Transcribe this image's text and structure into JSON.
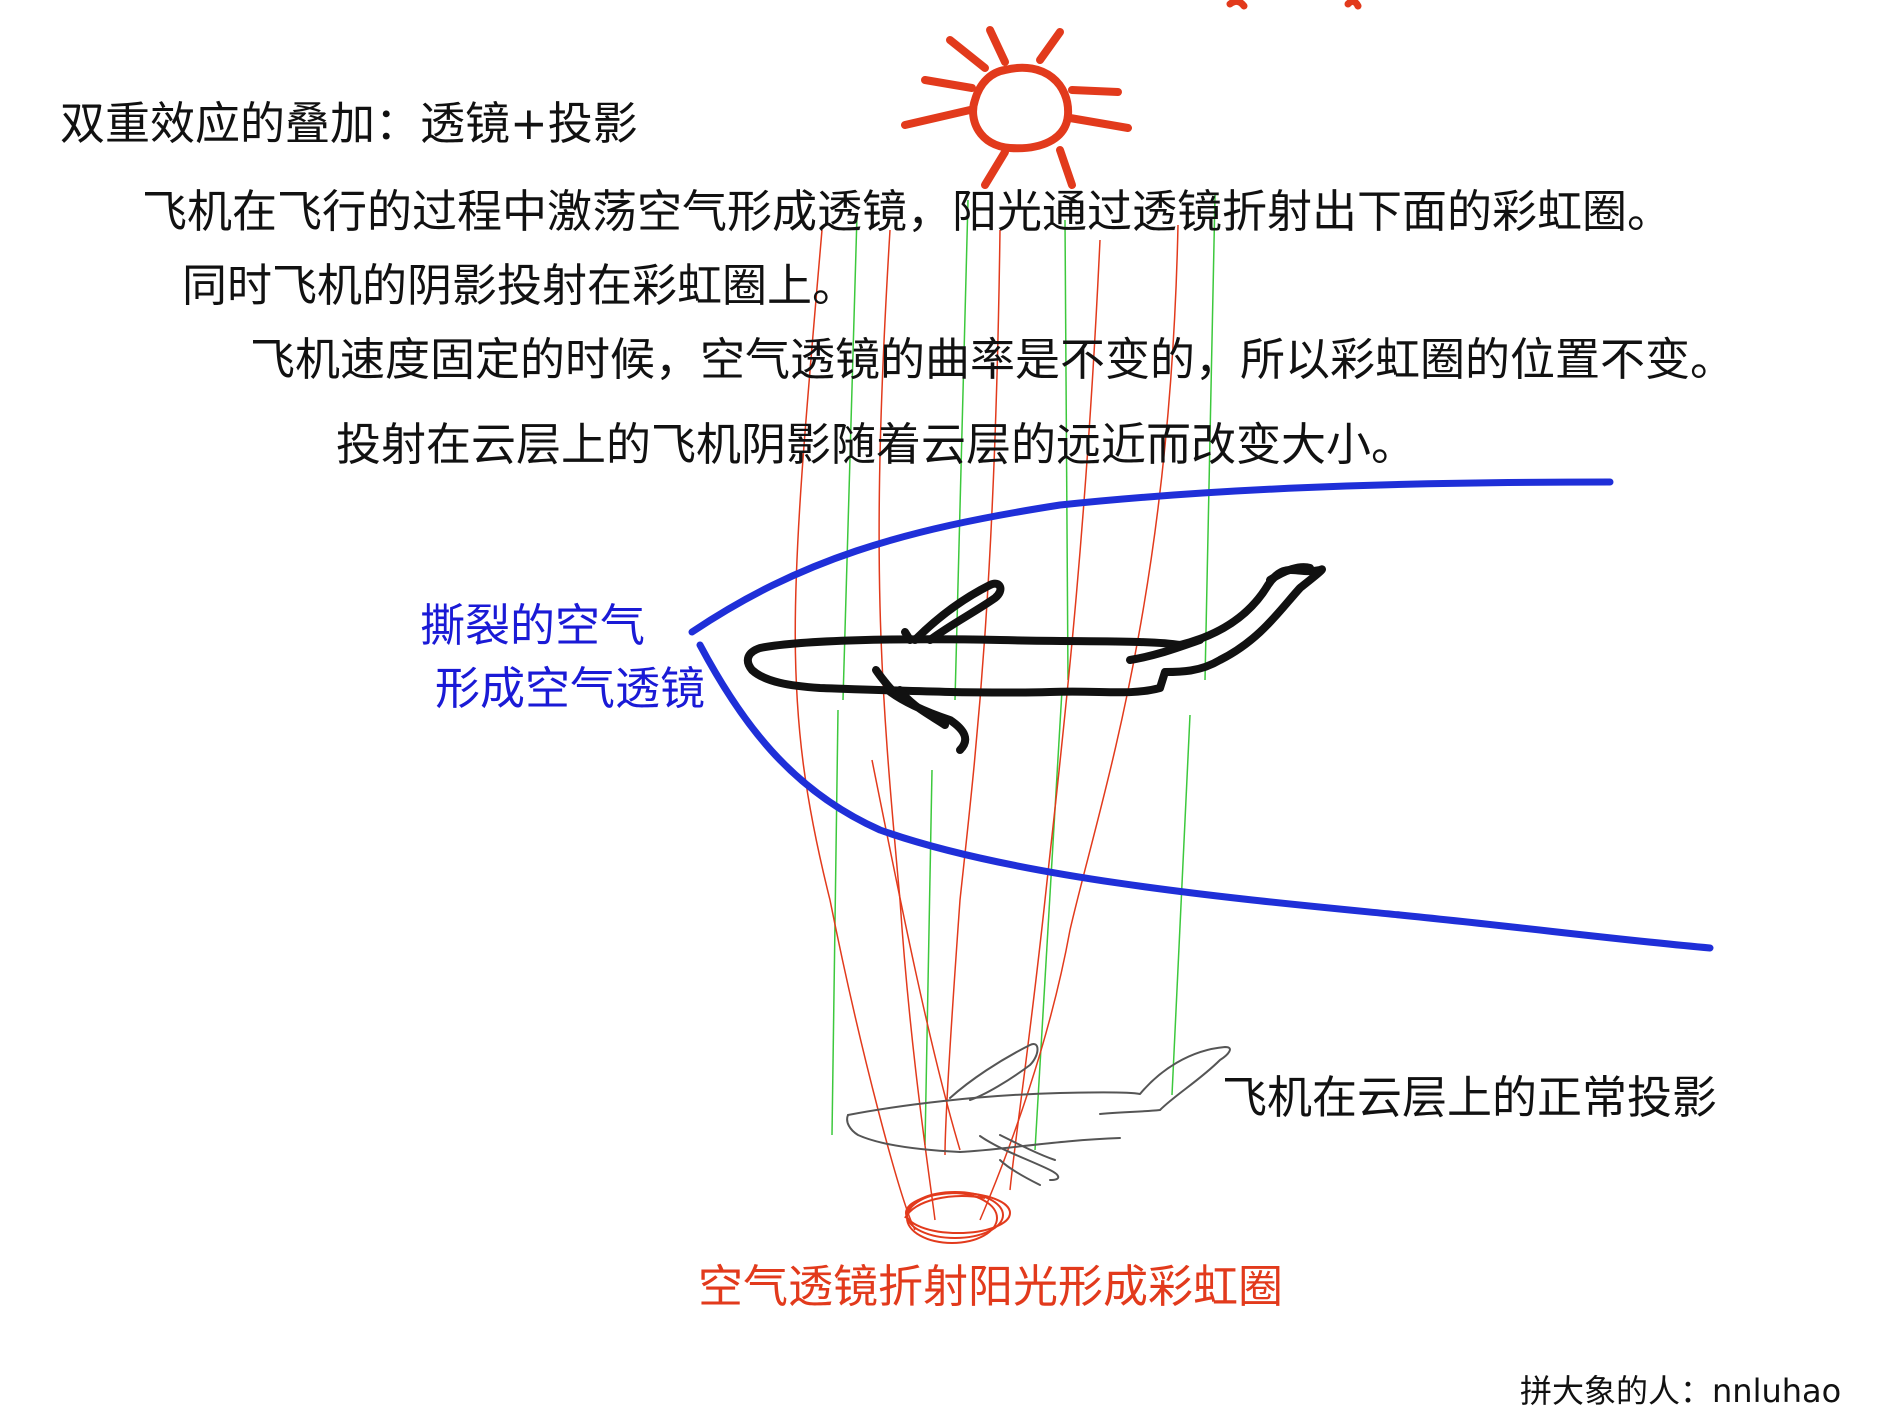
{
  "title": "双重效应的叠加：透镜+投影",
  "paragraphs": [
    "飞机在飞行的过程中激荡空气形成透镜，阳光通过透镜折射出下面的彩虹圈。",
    "同时飞机的阴影投射在彩虹圈上。",
    "飞机速度固定的时候，空气透镜的曲率是不变的，所以彩虹圈的位置不变。",
    "投射在云层上的飞机阴影随着云层的远近而改变大小。"
  ],
  "labels": {
    "air_lens_line1": "撕裂的空气",
    "air_lens_line2": "形成空气透镜",
    "shadow": "飞机在云层上的正常投影",
    "rainbow": "空气透镜折射阳光形成彩虹圈",
    "credit": "拼大象的人：nnluhao"
  },
  "colors": {
    "sun": "#e23a1c",
    "lens_curve": "#1f2fd8",
    "light_rays_green": "#3cc83c",
    "light_rays_red": "#e23a1c",
    "plane": "#111111",
    "shadow_plane": "#555555",
    "blue_text": "#1a1ad6",
    "red_text": "#e23a1c"
  },
  "icons": [
    "sun-icon",
    "airplane-icon",
    "airplane-shadow-icon",
    "rainbow-ring-icon"
  ]
}
